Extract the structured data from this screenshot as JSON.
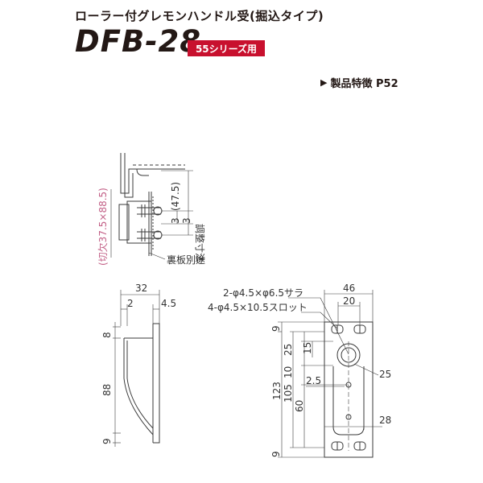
{
  "header": {
    "subtitle": "ローラー付グレモンハンドル受(掘込タイプ)",
    "model": "DFB-28",
    "series_badge": "55シリーズ用",
    "feature_marker": "▶",
    "feature_ref": "製品特徴 P52"
  },
  "colors": {
    "badge": "#c8102e",
    "cutout_note": "#c25f86",
    "line": "#3a3a3a"
  },
  "section_view": {
    "cutout_note": "(切欠37.5×88.5)",
    "dim_47_5": "(47.5)",
    "dim_3a": "3",
    "dim_3b": "3",
    "adjust_label": "調整寸法",
    "backplate_label": "裏板別途"
  },
  "side_view": {
    "width_total": "32",
    "offset_2": "2",
    "flange_4_5": "4.5",
    "top_8": "8",
    "mid_88": "88",
    "bottom_9": "9"
  },
  "front_view": {
    "hole_note_1": "2-φ4.5×φ6.5サラ",
    "hole_note_2": "4-φ4.5×10.5スロット",
    "width_46": "46",
    "width_20": "20",
    "top_9": "9",
    "dim_10": "10",
    "dim_25": "25",
    "dim_15": "15",
    "dim_2_5": "2.5",
    "dim_R25": "25",
    "height_123": "123",
    "height_105": "105",
    "height_60": "60",
    "width_28": "28",
    "bottom_9": "9"
  }
}
